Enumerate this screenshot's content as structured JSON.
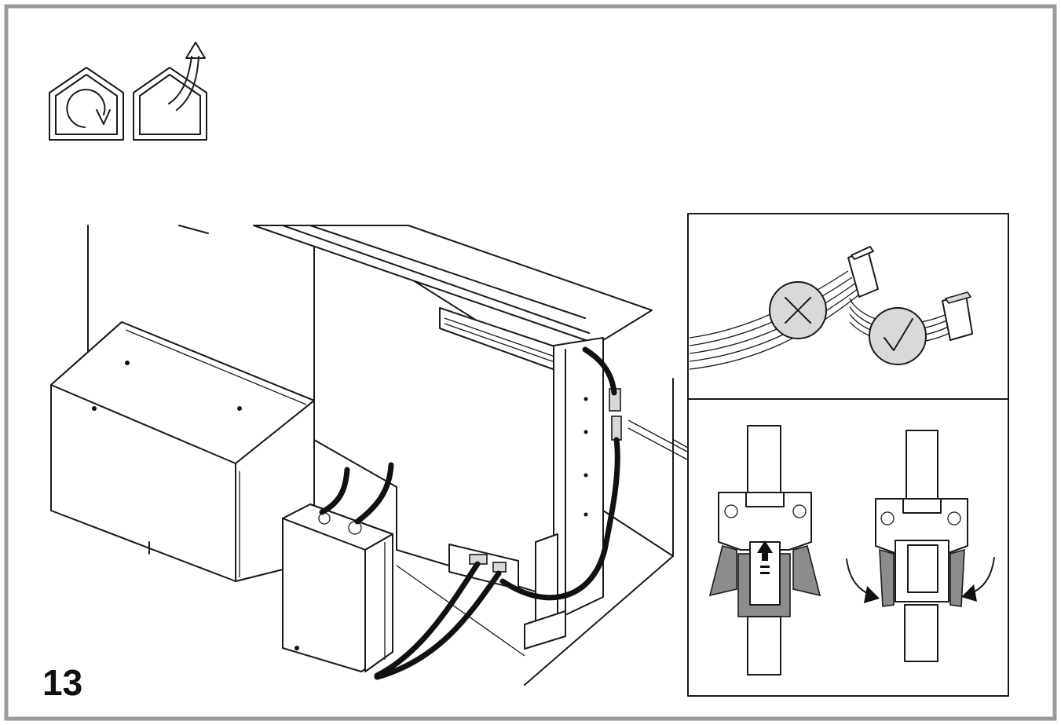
{
  "step": {
    "number": "13"
  },
  "icons": [
    {
      "name": "recirculation-mode-icon"
    },
    {
      "name": "ducted-extraction-mode-icon"
    }
  ],
  "detail_panels": [
    {
      "name": "connector-orientation-detail",
      "marks": [
        "incorrect-cross-icon",
        "correct-check-icon"
      ]
    },
    {
      "name": "connector-latch-detail",
      "marks": [
        "push-up-arrow-icon",
        "press-latch-arrows-icon"
      ]
    }
  ],
  "colors": {
    "stroke": "#1a1a1a",
    "frame": "#9a9a9a",
    "cable": "#111111",
    "shade": "#8c8c8c"
  }
}
